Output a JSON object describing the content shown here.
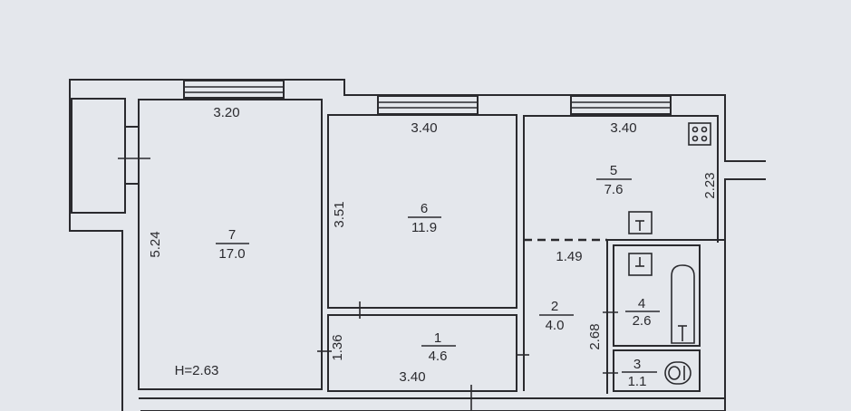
{
  "plan": {
    "ceiling_height": "H=2.63",
    "rooms": [
      {
        "number": "1",
        "area": "4.6"
      },
      {
        "number": "2",
        "area": "4.0"
      },
      {
        "number": "3",
        "area": "1.1"
      },
      {
        "number": "4",
        "area": "2.6"
      },
      {
        "number": "5",
        "area": "7.6"
      },
      {
        "number": "6",
        "area": "11.9"
      },
      {
        "number": "7",
        "area": "17.0"
      }
    ],
    "dimensions": {
      "room7_width": "3.20",
      "room7_length": "5.24",
      "room6_width": "3.40",
      "room6_length": "3.51",
      "room5_width": "3.40",
      "room5_length": "2.23",
      "hall_width": "1.49",
      "hall_length": "2.68",
      "room1_length": "1.36",
      "room1_width": "3.40"
    }
  }
}
